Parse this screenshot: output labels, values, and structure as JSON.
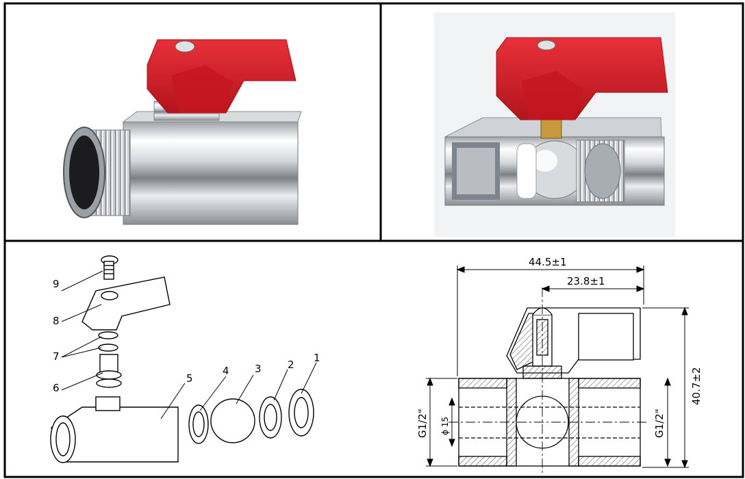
{
  "exploded_view": {
    "part_labels": [
      "9",
      "8",
      "7",
      "6",
      "5",
      "4",
      "3",
      "2",
      "1"
    ]
  },
  "technical_drawing": {
    "dim_overall_length": "44.5±1",
    "dim_handle_offset": "23.8±1",
    "dim_height": "40.7±2",
    "thread_left": "G1/2\"",
    "thread_right": "G1/2\"",
    "bore_diameter": "ϕ 15"
  },
  "colors": {
    "handle_red": "#d51f26",
    "chrome_light": "#eef0f2",
    "chrome_dark": "#6b6f75",
    "line": "#000000"
  }
}
